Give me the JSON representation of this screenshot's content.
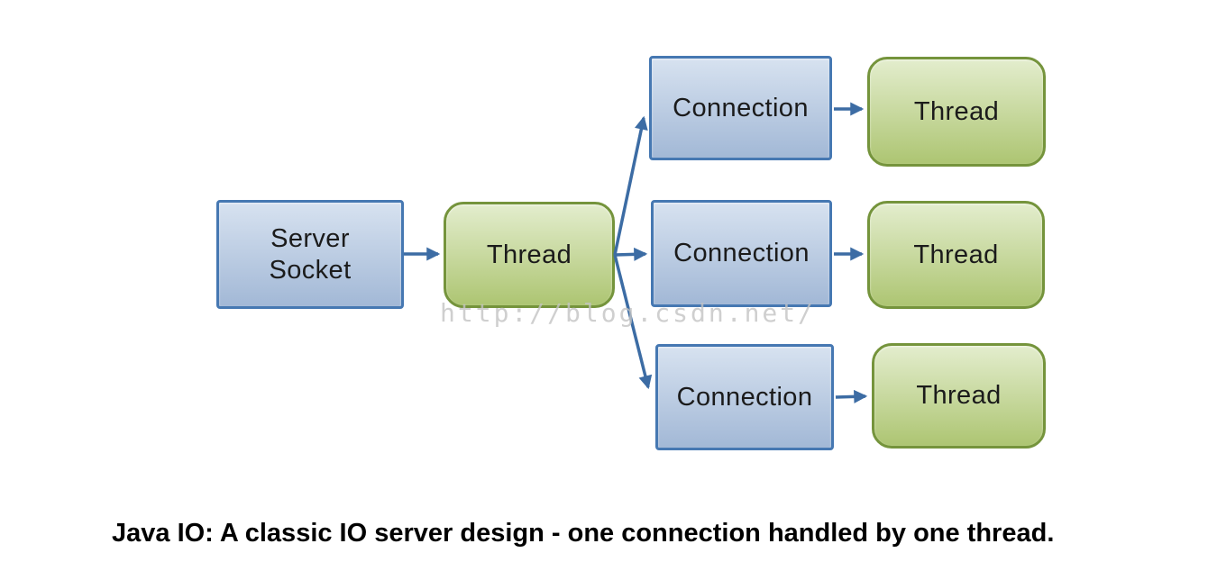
{
  "colors": {
    "background": "#ffffff",
    "blue_fill_top": "#d7e2f0",
    "blue_fill_bottom": "#a2b8d6",
    "blue_border": "#4678b2",
    "green_fill_top": "#e3edcd",
    "green_fill_bottom": "#adc572",
    "green_border": "#75943c",
    "arrow": "#3c6ca4",
    "label_text": "#1b1b1b",
    "caption_text": "#000000",
    "watermark_text": "#c4c4c4"
  },
  "diagram": {
    "nodes": [
      {
        "id": "server-socket",
        "label": "Server Socket"
      },
      {
        "id": "thread-main",
        "label": "Thread"
      },
      {
        "id": "connection-top",
        "label": "Connection"
      },
      {
        "id": "thread-top",
        "label": "Thread"
      },
      {
        "id": "connection-middle",
        "label": "Connection"
      },
      {
        "id": "thread-middle",
        "label": "Thread"
      },
      {
        "id": "connection-bottom",
        "label": "Connection"
      },
      {
        "id": "thread-bottom",
        "label": "Thread"
      }
    ],
    "edges": [
      {
        "from": "server-socket",
        "to": "thread-main"
      },
      {
        "from": "thread-main",
        "to": "connection-top"
      },
      {
        "from": "thread-main",
        "to": "connection-middle"
      },
      {
        "from": "thread-main",
        "to": "connection-bottom"
      },
      {
        "from": "connection-top",
        "to": "thread-top"
      },
      {
        "from": "connection-middle",
        "to": "thread-middle"
      },
      {
        "from": "connection-bottom",
        "to": "thread-bottom"
      }
    ]
  },
  "watermark": {
    "text": "http://blog.csdn.net/"
  },
  "caption": {
    "text": "Java IO: A classic IO server design - one connection handled by one thread."
  }
}
